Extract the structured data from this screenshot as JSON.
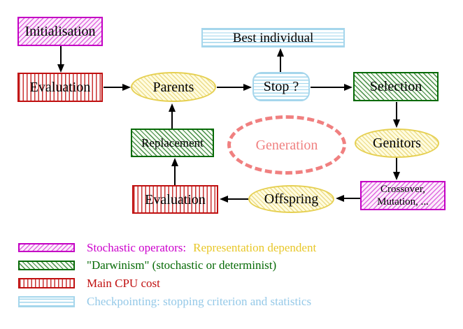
{
  "diagram": {
    "nodes": {
      "initialisation": {
        "label": "Initialisation",
        "style": "magenta-diagonal-hatch"
      },
      "evaluation_top": {
        "label": "Evaluation",
        "style": "red-vertical-stripes"
      },
      "parents": {
        "label": "Parents",
        "style": "yellow-hatch-ellipse"
      },
      "best_individual": {
        "label": "Best individual",
        "style": "cyan-horizontal-stripes"
      },
      "stop": {
        "label": "Stop ?",
        "style": "cyan-horizontal-stripes-rounded"
      },
      "selection": {
        "label": "Selection",
        "style": "green-diagonal-hatch"
      },
      "replacement": {
        "label": "Replacement",
        "style": "green-diagonal-hatch"
      },
      "generation": {
        "label": "Generation",
        "style": "salmon-dashed-ellipse"
      },
      "genitors": {
        "label": "Genitors",
        "style": "yellow-hatch-ellipse"
      },
      "evaluation_bottom": {
        "label": "Evaluation",
        "style": "red-vertical-stripes"
      },
      "offspring": {
        "label": "Offspring",
        "style": "yellow-hatch-ellipse"
      },
      "crossover": {
        "label_line1": "Crossover,",
        "label_line2": "Mutation, ...",
        "style": "magenta-diagonal-hatch"
      }
    },
    "edges": [
      {
        "from": "initialisation",
        "to": "evaluation_top",
        "direction": "down"
      },
      {
        "from": "evaluation_top",
        "to": "parents",
        "direction": "right"
      },
      {
        "from": "parents",
        "to": "stop",
        "direction": "right"
      },
      {
        "from": "stop",
        "to": "best_individual",
        "direction": "up"
      },
      {
        "from": "stop",
        "to": "selection",
        "direction": "right"
      },
      {
        "from": "selection",
        "to": "genitors",
        "direction": "down"
      },
      {
        "from": "genitors",
        "to": "crossover",
        "direction": "down"
      },
      {
        "from": "crossover",
        "to": "offspring",
        "direction": "left"
      },
      {
        "from": "offspring",
        "to": "evaluation_bottom",
        "direction": "left"
      },
      {
        "from": "evaluation_bottom",
        "to": "replacement",
        "direction": "up"
      },
      {
        "from": "replacement",
        "to": "parents",
        "direction": "up"
      }
    ],
    "colors": {
      "stochastic_magenta": "#cc00cc",
      "darwinism_green": "#066a06",
      "cpu_red": "#c01010",
      "checkpoint_blue": "#95c9e8",
      "representation_yellow": "#e8c728",
      "generation_salmon": "#f08080",
      "node_text": "#000000"
    }
  },
  "legend": {
    "items": [
      {
        "swatch": "magenta-diagonal-hatch",
        "segments": [
          {
            "text": "Stochastic operators:",
            "color": "#cc00cc"
          },
          {
            "text": "Representation dependent",
            "color": "#e8c728"
          }
        ]
      },
      {
        "swatch": "green-diagonal-hatch",
        "segments": [
          {
            "text": "\"Darwinism\" (stochastic or determinist)",
            "color": "#066a06"
          }
        ]
      },
      {
        "swatch": "red-vertical-stripes",
        "segments": [
          {
            "text": "Main CPU cost",
            "color": "#c01010"
          }
        ]
      },
      {
        "swatch": "cyan-horizontal-stripes",
        "segments": [
          {
            "text": "Checkpointing: stopping criterion and statistics",
            "color": "#95c9e8"
          }
        ]
      }
    ]
  }
}
